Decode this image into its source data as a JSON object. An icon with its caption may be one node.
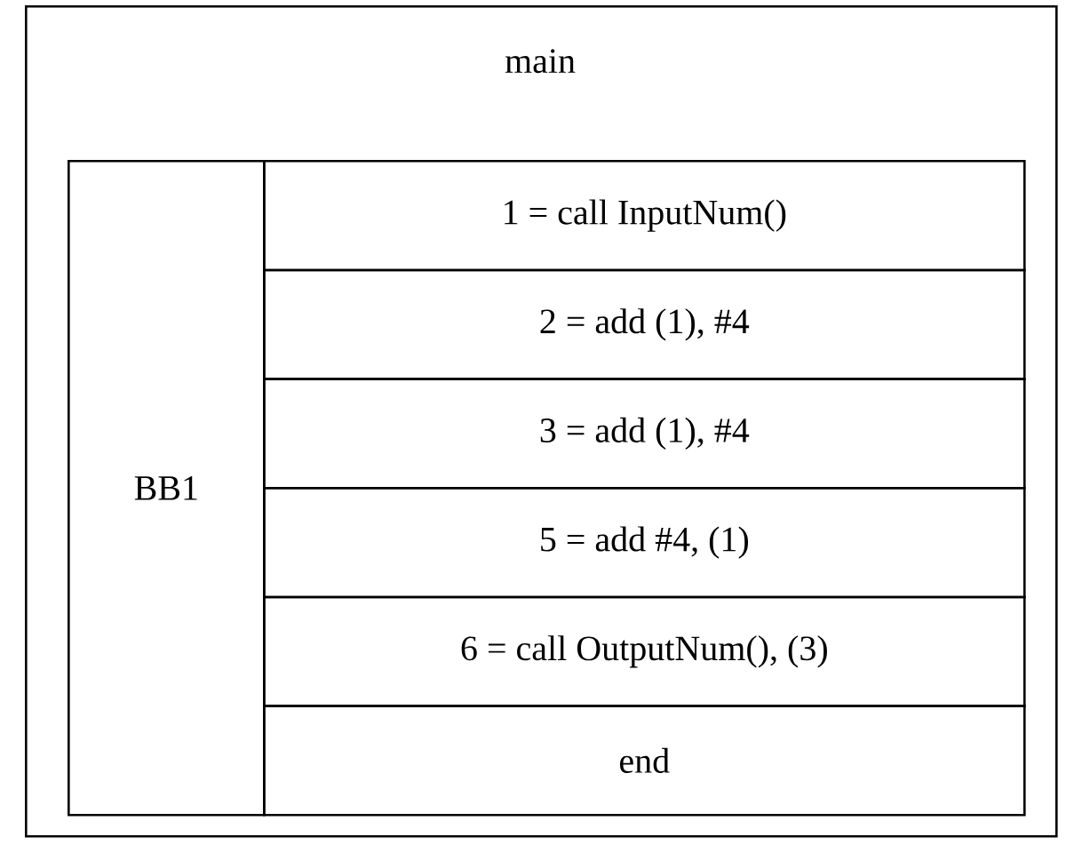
{
  "diagram": {
    "nodes": [
      {
        "text": [
          "main"
        ]
      },
      {
        "text": [
          "BB1"
        ],
        "in": 0
      },
      {
        "text": [
          "1 = call InputNum()"
        ],
        "in": 0
      },
      {
        "text": [
          "2 = add (1), #4"
        ],
        "in": 0
      },
      {
        "text": [
          "3 = add (1), #4"
        ],
        "in": 0
      },
      {
        "text": [
          "5 = add #4, (1)"
        ],
        "in": 0
      },
      {
        "text": [
          "6 = call OutputNum(), (3)"
        ],
        "in": 0
      },
      {
        "text": [
          "end"
        ],
        "in": 0
      }
    ]
  }
}
